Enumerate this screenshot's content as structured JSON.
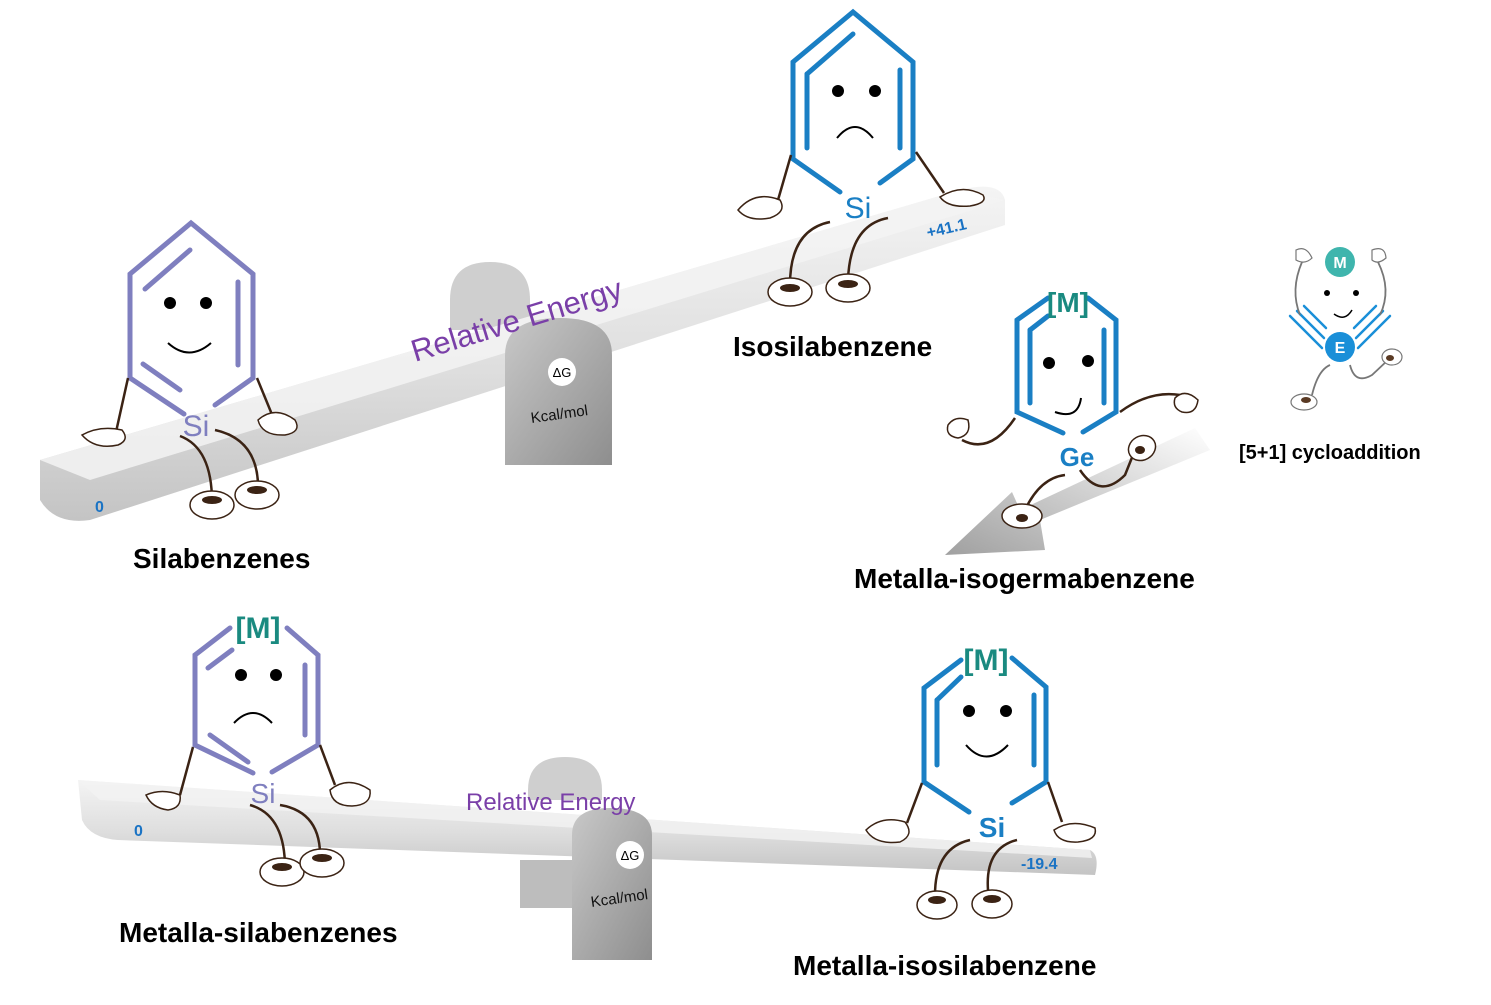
{
  "colors": {
    "purple_ring": "#7f7fbf",
    "blue_ring": "#1a7fc4",
    "teal_metal": "#1a8a80",
    "energy_text": "#7a3fa8",
    "value_blue": "#1a73c4",
    "limb_brown": "#3b2314",
    "beam_light": "#e4e4e4",
    "beam_dark": "#c9c9c9",
    "fulcrum": "#9a9a9a"
  },
  "top_seesaw": {
    "beam_label": "Relative Energy",
    "fulcrum_symbol": "ΔG",
    "fulcrum_unit": "Kcal/mol",
    "left_value": "0",
    "right_value": "+41.1",
    "left_molecule": {
      "heteroatom": "Si",
      "mood": "happy",
      "name": "Silabenzenes"
    },
    "right_molecule": {
      "heteroatom": "Si",
      "mood": "sad",
      "name": "Isosilabenzene"
    }
  },
  "bottom_seesaw": {
    "beam_label": "Relative Energy",
    "fulcrum_symbol": "ΔG",
    "fulcrum_unit": "Kcal/mol",
    "left_value": "0",
    "right_value": "-19.4",
    "left_molecule": {
      "metal": "[M]",
      "heteroatom": "Si",
      "mood": "sad",
      "name": "Metalla-silabenzenes"
    },
    "right_molecule": {
      "metal": "[M]",
      "heteroatom": "Si",
      "mood": "happy",
      "name": "Metalla-isosilabenzene"
    }
  },
  "running_molecule": {
    "metal": "[M]",
    "heteroatom": "Ge",
    "mood": "happy",
    "name": "Metalla-isogermabenzene"
  },
  "cycloaddition": {
    "top_atom": "M",
    "bottom_atom": "E",
    "caption": "[5+1] cycloaddition"
  }
}
